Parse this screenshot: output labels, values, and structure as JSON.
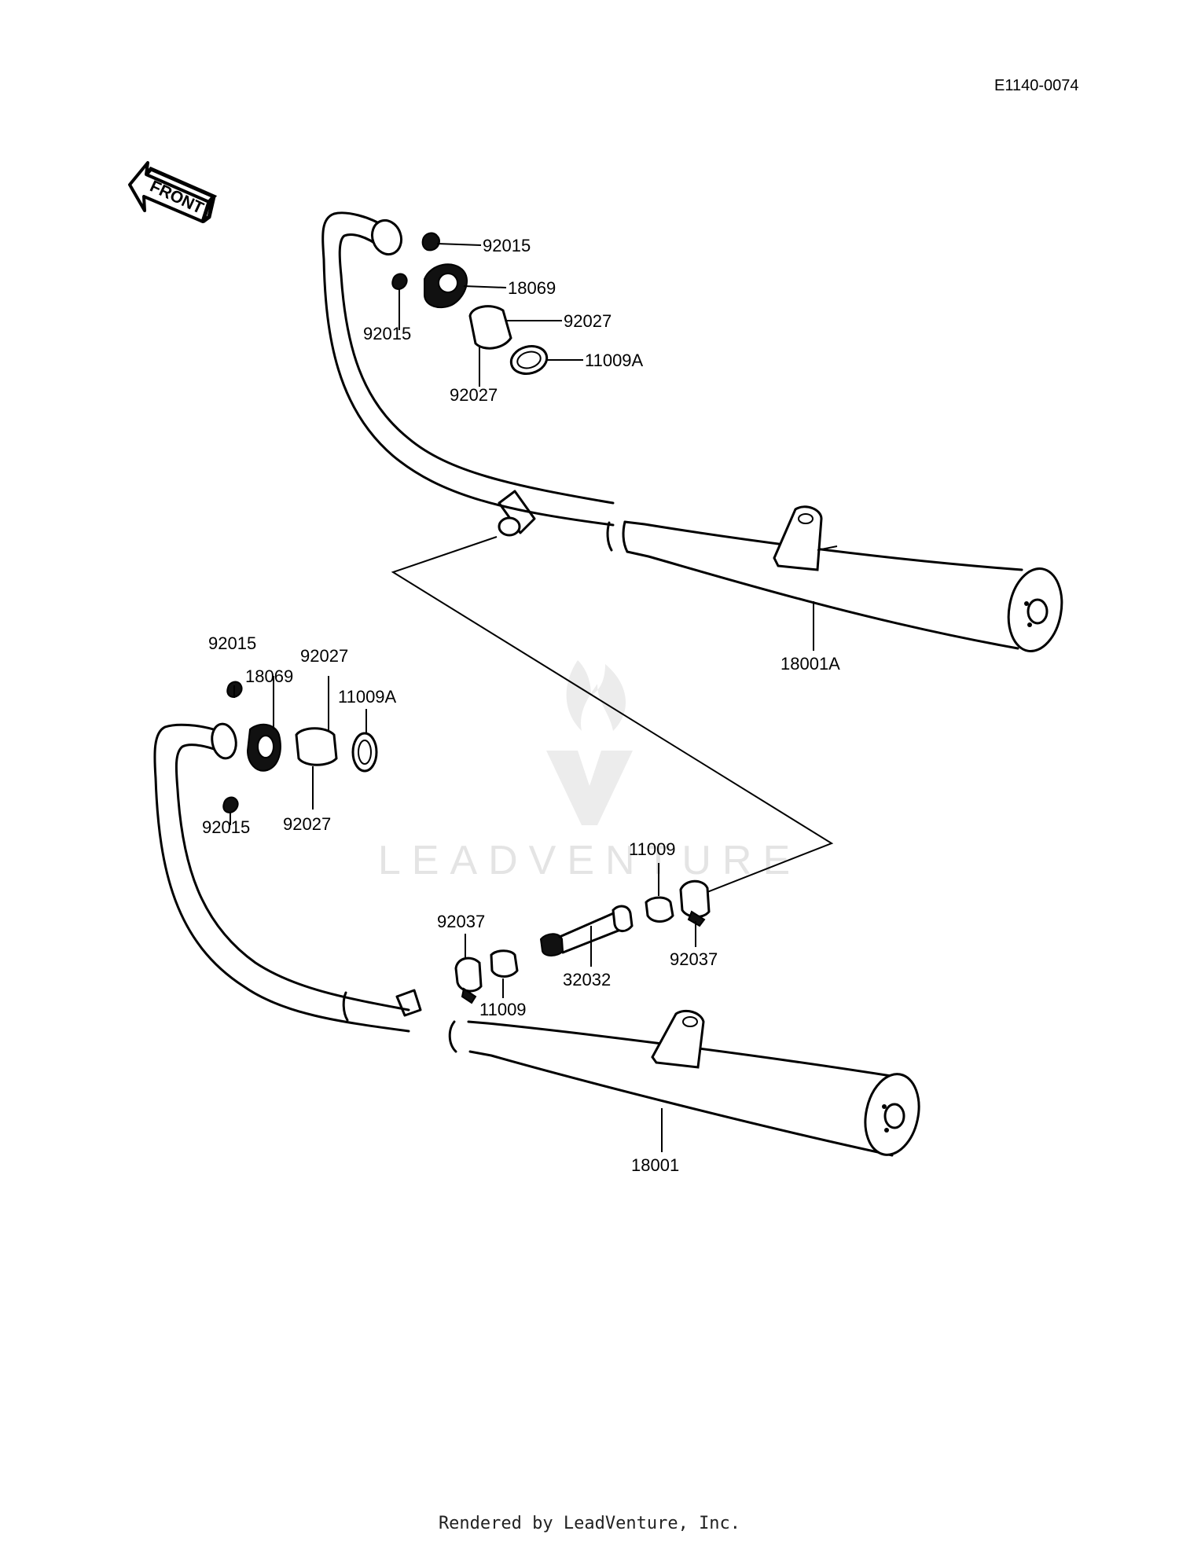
{
  "diagram_code": "E1140-0074",
  "direction_label": "FRONT",
  "watermark": "LEADVENTURE",
  "footer": "Rendered by LeadVenture, Inc.",
  "labels": {
    "upper": {
      "nut_right": "92015",
      "flange": "18069",
      "collar_right": "92027",
      "nut_left": "92015",
      "gasket": "11009A",
      "collar_left": "92027",
      "muffler": "18001A"
    },
    "lower": {
      "nut_top": "92015",
      "collar_top": "92027",
      "flange": "18069",
      "gasket": "11009A",
      "nut_bottom": "92015",
      "collar_bottom": "92027",
      "gasket_right": "11009",
      "clamp_left": "92037",
      "pipe": "32032",
      "clamp_right": "92037",
      "gasket_left": "11009",
      "muffler": "18001"
    }
  }
}
